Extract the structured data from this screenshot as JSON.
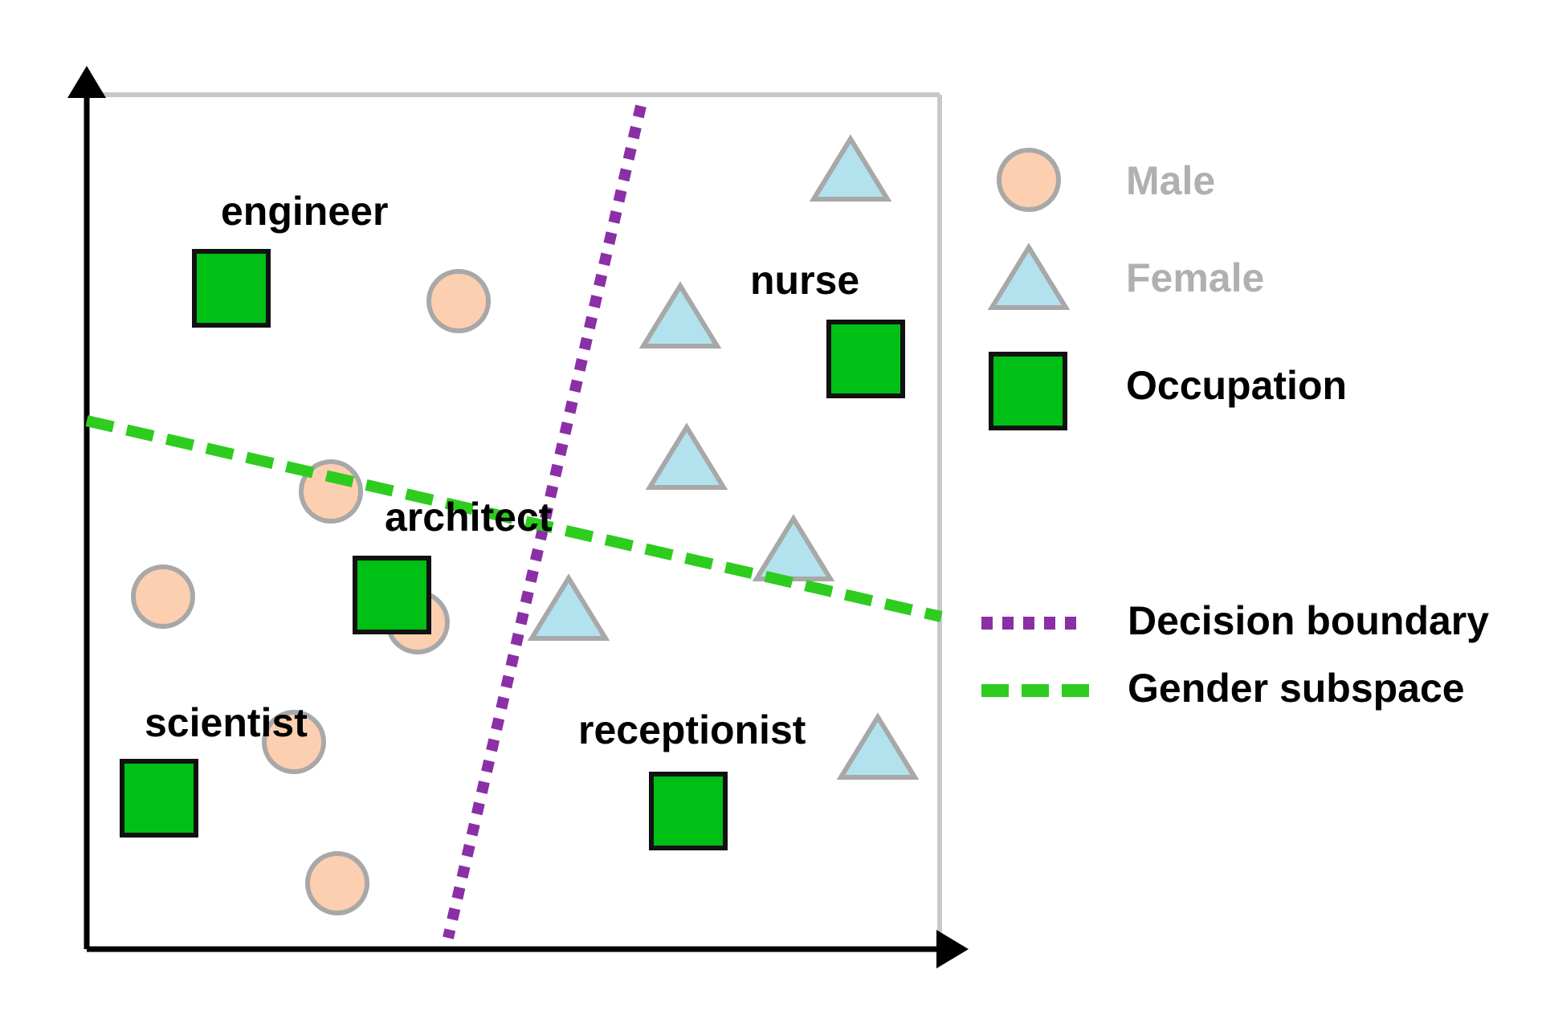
{
  "colors": {
    "axis": "#000000",
    "frame": "#c8c8c8",
    "male_fill": "#fccfb0",
    "female_fill": "#b2e2ee",
    "marker_stroke": "#a8a8a8",
    "occupation_fill": "#00bf15",
    "occupation_stroke": "#111111",
    "decision_boundary": "#8a2fa6",
    "gender_subspace": "#2ecc1f",
    "legend_muted_text": "#b0b0b0",
    "text": "#000000"
  },
  "occupations": [
    {
      "name": "engineer"
    },
    {
      "name": "nurse"
    },
    {
      "name": "architect"
    },
    {
      "name": "scientist"
    },
    {
      "name": "receptionist"
    }
  ],
  "legend": {
    "male": "Male",
    "female": "Female",
    "occupation": "Occupation",
    "decision_boundary": "Decision boundary",
    "gender_subspace": "Gender subspace"
  },
  "icons": {
    "male": "circle-icon",
    "female": "triangle-icon",
    "occupation": "square-icon"
  }
}
